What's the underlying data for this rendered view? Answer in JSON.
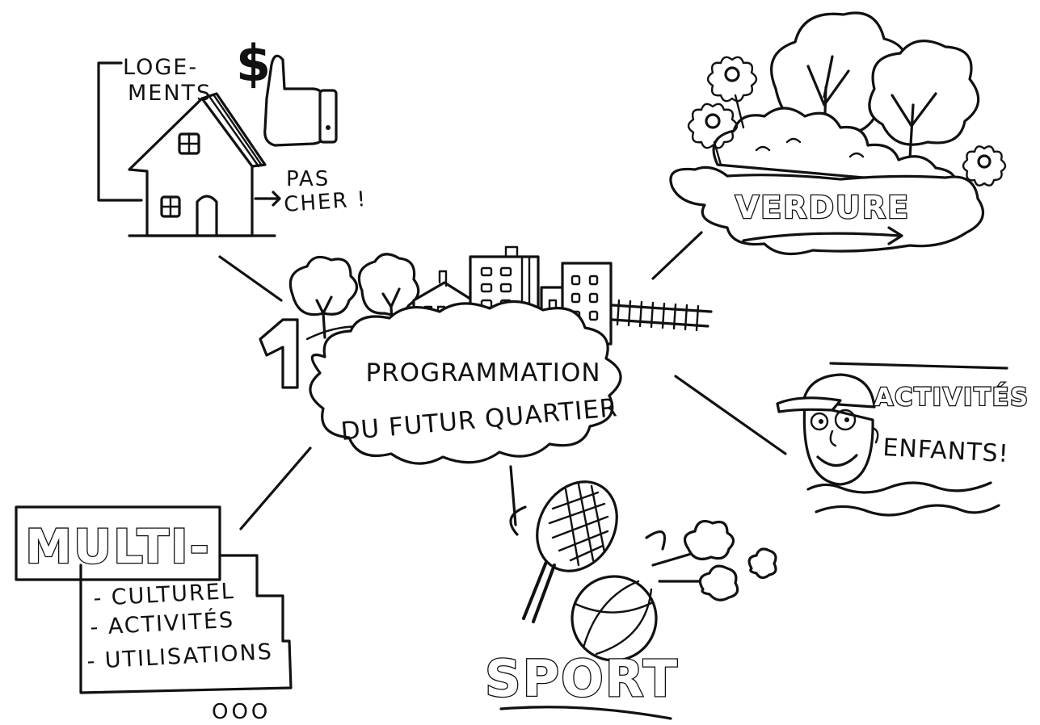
{
  "center": {
    "number": "1",
    "line1": "PROGRAMMATION",
    "line2": "DU FUTUR QUARTIER"
  },
  "logements": {
    "line1": "LOGE-",
    "line2": "MENTS",
    "pas": "PAS",
    "cher": "CHER !",
    "dollar": "$"
  },
  "verdure": {
    "title": "VERDURE"
  },
  "activites": {
    "title": "ACTIVITÉS",
    "subtitle": "ENFANTS!"
  },
  "multi": {
    "title": "MULTI-",
    "items": [
      "- CULTUREL",
      "- ACTIVITÉS",
      "- UTILISATIONS"
    ],
    "ellipsis": "OOO"
  },
  "sport": {
    "title": "SPORT"
  }
}
